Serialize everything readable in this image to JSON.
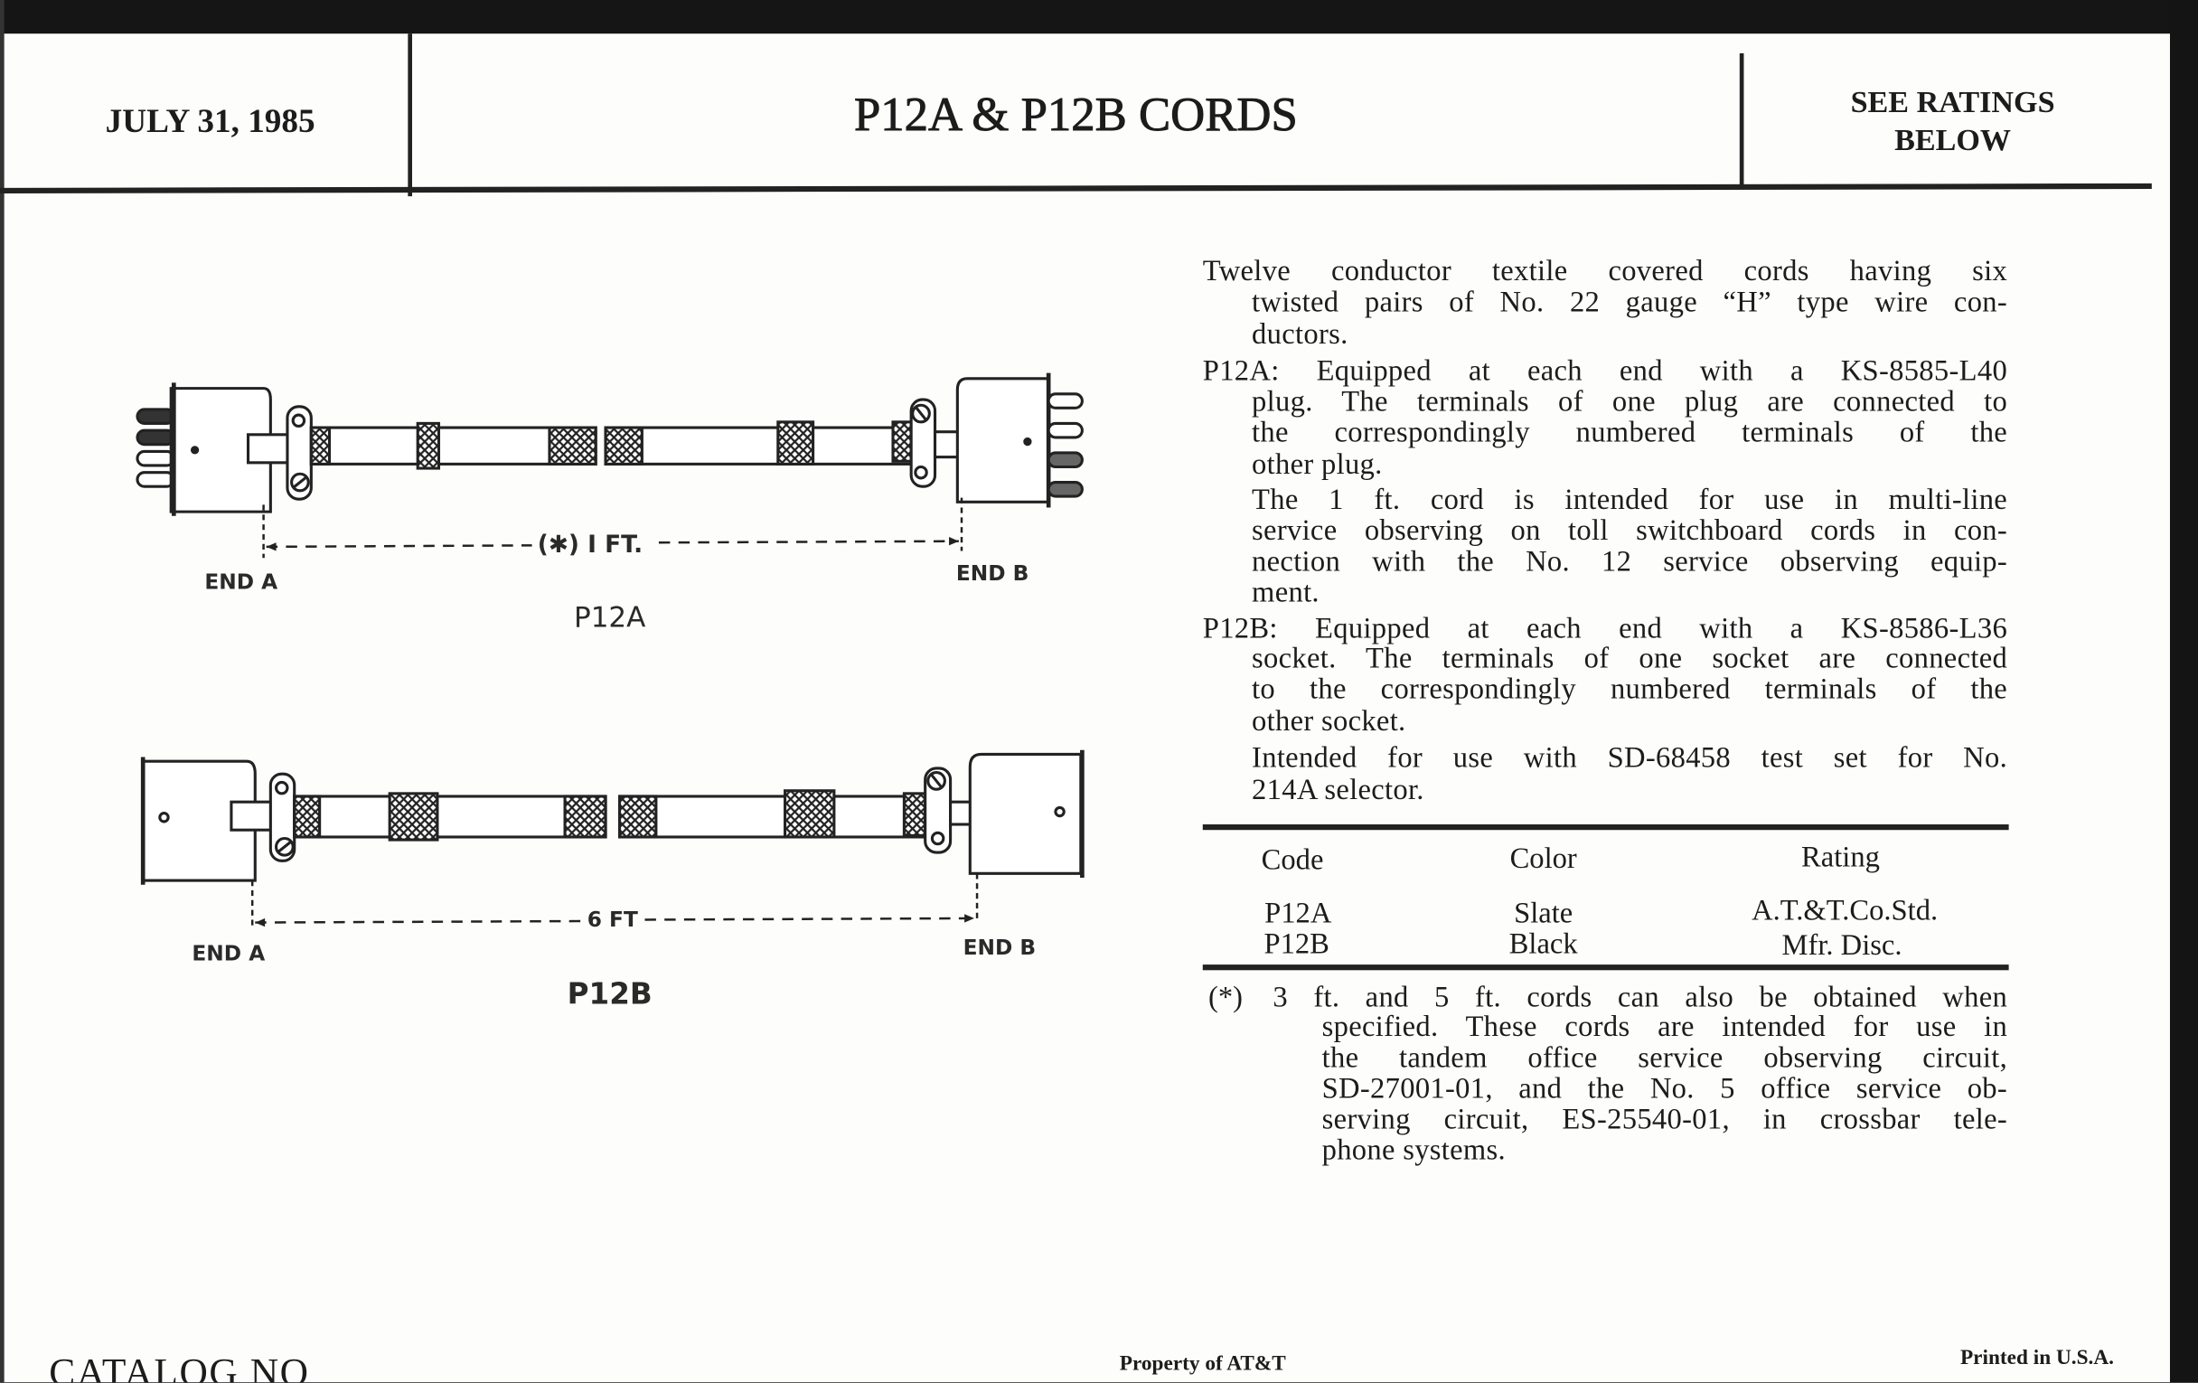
{
  "header": {
    "date": "JULY 31, 1985",
    "title": "P12A & P12B CORDS",
    "rating_note_line1": "SEE RATINGS",
    "rating_note_line2": "BELOW"
  },
  "figures": {
    "p12a": {
      "caption": "P12A",
      "end_a": "END A",
      "end_b": "END B",
      "length": "(✱) I FT."
    },
    "p12b": {
      "caption": "P12B",
      "end_a": "END A",
      "end_b": "END B",
      "length": "6 FT"
    }
  },
  "description": {
    "intro": [
      "Twelve conductor textile covered cords having six",
      "twisted pairs of No. 22 gauge “H” type wire con-",
      "ductors."
    ],
    "p12a": [
      "P12A: Equipped at each end with a KS-8585-L40",
      "plug. The terminals of one plug are connected to",
      "the correspondingly numbered terminals of the",
      "other plug."
    ],
    "p12a_note": [
      "The 1 ft. cord is intended for use in multi-line",
      "service observing on toll switchboard cords in con-",
      "nection with the No. 12 service observing equip-",
      "ment."
    ],
    "p12b": [
      "P12B: Equipped at each end with a KS-8586-L36",
      "socket. The terminals of one socket are connected",
      "to the correspondingly numbered terminals of the",
      "other socket."
    ],
    "p12b_note": [
      "Intended for use with SD-68458 test set for No.",
      "214A selector."
    ]
  },
  "table": {
    "headers": [
      "Code",
      "Color",
      "Rating"
    ],
    "rows": [
      [
        "P12A",
        "Slate",
        "A.T.&T.Co.Std."
      ],
      [
        "P12B",
        "Black",
        "Mfr. Disc."
      ]
    ]
  },
  "footnote": {
    "marker": "(*)",
    "lines": [
      "3 ft. and 5 ft. cords can also be obtained when",
      "specified. These cords are intended for use in",
      "the tandem office service observing circuit,",
      "SD-27001-01, and the No. 5 office service ob-",
      "serving circuit, ES-25540-01, in crossbar tele-",
      "phone systems."
    ]
  },
  "footer": {
    "catalog": "CATALOG NO",
    "property": "Property of AT&T",
    "printed": "Printed in U.S.A."
  }
}
